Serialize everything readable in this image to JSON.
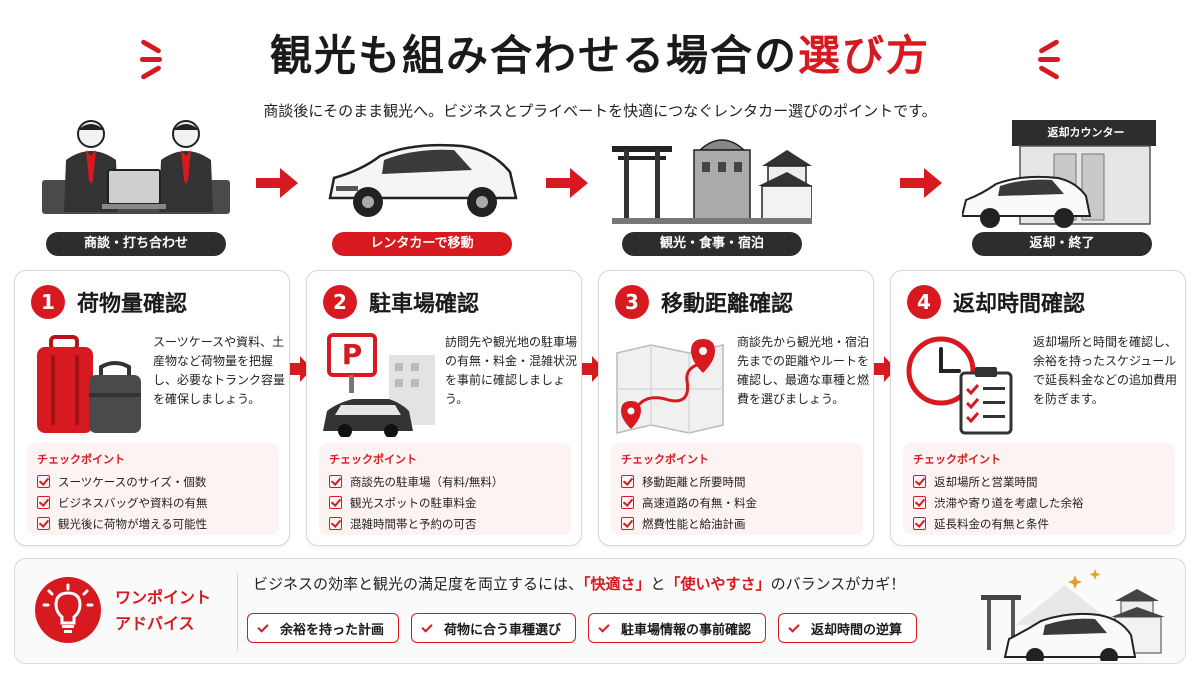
{
  "header": {
    "title_main": "観光も組み合わせる場合の",
    "title_accent": "選び方",
    "subtitle": "商談後にそのまま観光へ。ビジネスとプライベートを快適につなぐレンタカー選びのポイントです。"
  },
  "flow": {
    "steps": [
      {
        "label": "商談・打ち合わせ"
      },
      {
        "label": "レンタカーで移動"
      },
      {
        "label": "観光・食事・宿泊"
      },
      {
        "label": "返却・終了",
        "sign": "返却カウンター"
      }
    ]
  },
  "cards": [
    {
      "num": "1",
      "title": "荷物量確認",
      "desc": "スーツケースや資料、土産物など荷物量を把握し、必要なトランク容量を確保しましょう。",
      "check_title": "チェックポイント",
      "checks": [
        "スーツケースのサイズ・個数",
        "ビジネスバッグや資料の有無",
        "観光後に荷物が増える可能性"
      ]
    },
    {
      "num": "2",
      "title": "駐車場確認",
      "desc": "訪問先や観光地の駐車場の有無・料金・混雑状況を事前に確認しましょう。",
      "parking_sign": "P",
      "check_title": "チェックポイント",
      "checks": [
        "商談先の駐車場（有料/無料）",
        "観光スポットの駐車料金",
        "混雑時間帯と予約の可否"
      ]
    },
    {
      "num": "3",
      "title": "移動距離確認",
      "desc": "商談先から観光地・宿泊先までの距離やルートを確認し、最適な車種と燃費を選びましょう。",
      "check_title": "チェックポイント",
      "checks": [
        "移動距離と所要時間",
        "高速道路の有無・料金",
        "燃費性能と給油計画"
      ]
    },
    {
      "num": "4",
      "title": "返却時間確認",
      "desc": "返却場所と時間を確認し、余裕を持ったスケジュールで延長料金などの追加費用を防ぎます。",
      "check_title": "チェックポイント",
      "checks": [
        "返却場所と営業時間",
        "渋滞や寄り道を考慮した余裕",
        "延長料金の有無と条件"
      ]
    }
  ],
  "advice": {
    "label_line1": "ワンポイント",
    "label_line2": "アドバイス",
    "text_pre": "ビジネスの効率と観光の満足度を両立するには、",
    "text_hl1": "「快適さ」",
    "text_mid": "と",
    "text_hl2": "「使いやすさ」",
    "text_post": "のバランスがカギ！",
    "pills": [
      "余裕を持った計画",
      "荷物に合う車種選び",
      "駐車場情報の事前確認",
      "返却時間の逆算"
    ]
  },
  "colors": {
    "accent": "#d71920",
    "dark": "#2d2d2d"
  }
}
